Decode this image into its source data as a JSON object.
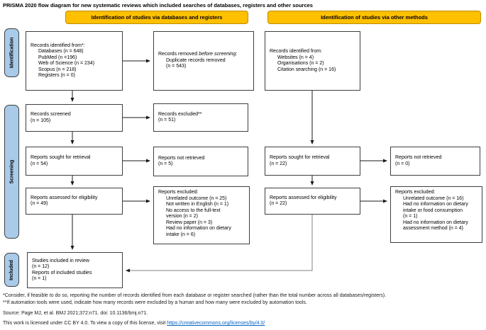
{
  "title": "PRISMA 2020 flow diagram for new systematic reviews which included searches of databases, registers and other sources",
  "headers": {
    "databases_registers": "Identification of studies via databases and registers",
    "other_methods": "Identification of studies via other methods"
  },
  "stages": {
    "identification": "Identification",
    "screening": "Screening",
    "included": "Included"
  },
  "boxes": {
    "db_identified": {
      "lines": [
        "Records identified from*:"
      ],
      "items": [
        "Databases (n = 648)",
        "PubMed (n =196)",
        "Web of Science (n = 234)",
        "Scopus (n = 218)",
        "Registers (n = 0)"
      ]
    },
    "records_removed": {
      "pre": "Records removed ",
      "em": "before screening",
      "post": ":",
      "items": [
        "Duplicate records removed",
        "(n = 543)"
      ]
    },
    "other_identified": {
      "lines": [
        "Records identified from:"
      ],
      "items": [
        "Websites (n = 4)",
        "Organisations (n = 2)",
        "Citation searching (n = 16)"
      ]
    },
    "records_screened": {
      "lines": [
        "Records screened",
        "(n = 105)"
      ]
    },
    "records_excluded": {
      "lines": [
        "Records excluded**",
        "(n = 51)"
      ]
    },
    "sought_left": {
      "lines": [
        "Reports sought for retrieval",
        "(n = 54)"
      ]
    },
    "not_retrieved_left": {
      "lines": [
        "Reports not retrieved",
        "(n = 5)"
      ]
    },
    "sought_right": {
      "lines": [
        "Reports sought for retrieval",
        "(n = 22)"
      ]
    },
    "not_retrieved_right": {
      "lines": [
        "Reports not retrieved",
        "(n = 0)"
      ]
    },
    "assessed_left": {
      "lines": [
        "Reports assessed for eligibility",
        "(n = 49)"
      ]
    },
    "excluded_left": {
      "lines": [
        "Reports excluded:"
      ],
      "items": [
        "Unrelated outcome (n = 25)",
        "Not written in English (n = 1)",
        "No access to the full-text",
        "version (n = 2)",
        "Review paper (n = 3)",
        "Had no information on dietary",
        "intake (n = 6)"
      ]
    },
    "assessed_right": {
      "lines": [
        "Reports assessed for eligibility",
        "(n = 22)"
      ]
    },
    "excluded_right": {
      "lines": [
        "Reports excluded:"
      ],
      "items": [
        "Unrelated outcome (n = 16)",
        "Had no information on dietary",
        "intake or food consumption",
        "(n = 1)",
        "Had no information on dietary",
        "assessment method (n = 4)"
      ]
    },
    "included_studies": {
      "lines": [
        "Studies included in review",
        "(n = 12)",
        "Reports of included studies",
        "(n = 1)"
      ]
    }
  },
  "footer": {
    "note1": "*Consider, if feasible to do so, reporting the number of records identified from each database or register searched (rather than the total number across all databases/registers).",
    "note2": "**If automation tools were used, indicate how many records were excluded by a human and how many were excluded by automation tools.",
    "source": "Source: Page MJ, et al. BMJ 2021;372:n71. doi: 10.1136/bmj.n71.",
    "license_pre": "This work is licensed under CC BY 4.0. To view a copy of this license, visit ",
    "license_url": "https://creativecommons.org/licenses/by/4.0/"
  },
  "colors": {
    "header_fill": "#FFC000",
    "header_border": "#BC8C00",
    "stage_fill": "#A9CBE9",
    "box_border": "#3F3F3F",
    "link": "#0563C1"
  }
}
